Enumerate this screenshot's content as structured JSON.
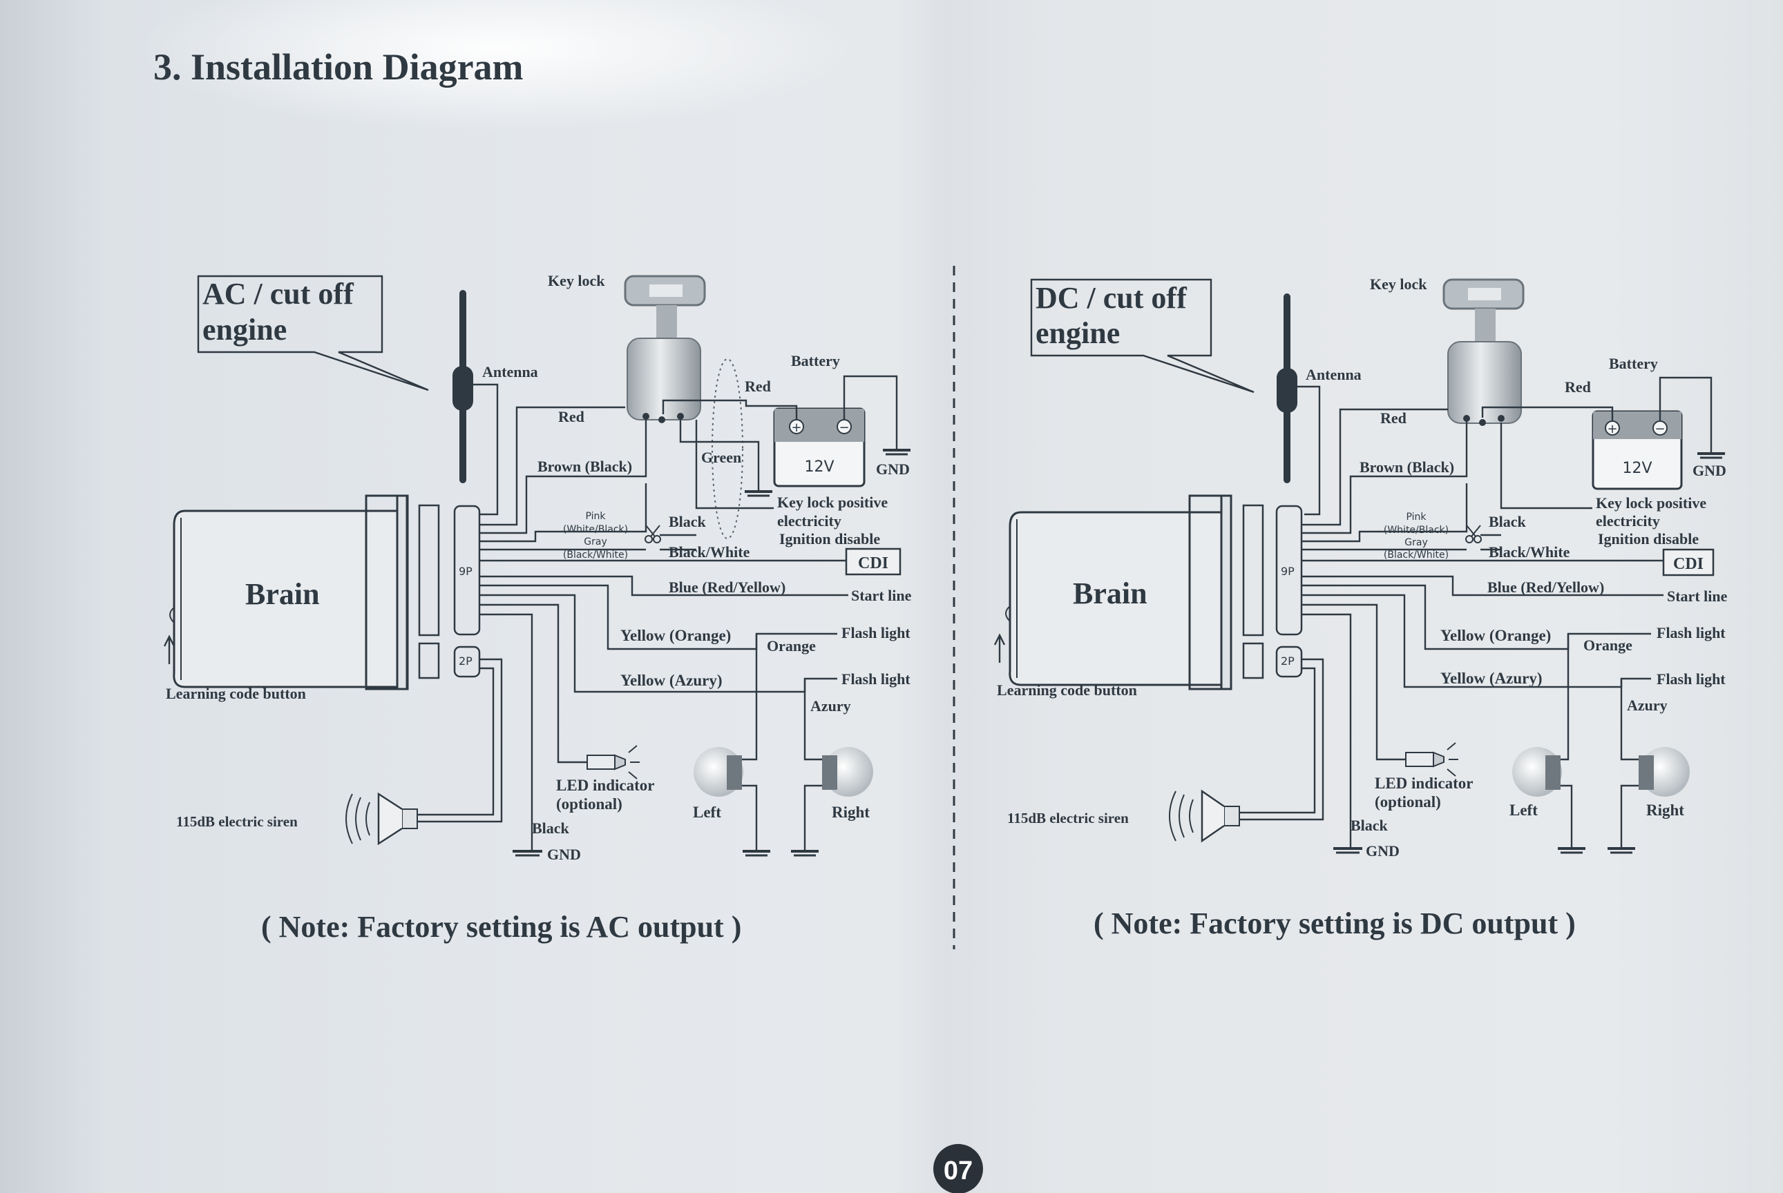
{
  "page_title": "3. Installation Diagram",
  "page_number": "07",
  "left": {
    "mode": "AC / cut off engine",
    "mode_line1": "AC / cut off",
    "mode_line2": "engine",
    "note": "( Note: Factory setting is AC output )"
  },
  "right": {
    "mode": "DC / cut off engine",
    "mode_line1": "DC / cut off",
    "mode_line2": "engine",
    "note": "( Note: Factory setting is DC output )"
  },
  "labels": {
    "key_lock": "Key lock",
    "antenna": "Antenna",
    "battery": "Battery",
    "battery_voltage": "12V",
    "gnd": "GND",
    "red": "Red",
    "green": "Green",
    "brown_black": "Brown (Black)",
    "pink": "Pink",
    "white_black": "(White/Black)",
    "gray": "Gray",
    "black_white_small": "(Black/White)",
    "black": "Black",
    "black_white": "Black/White",
    "key_lock_positive": "Key lock positive",
    "electricity": "electricity",
    "ignition_disable": "Ignition disable",
    "cdi": "CDI",
    "blue_red_yellow": "Blue (Red/Yellow)",
    "start_line": "Start line",
    "yellow_orange": "Yellow (Orange)",
    "orange": "Orange",
    "flash_light": "Flash light",
    "yellow_azury": "Yellow (Azury)",
    "azury": "Azury",
    "brain": "Brain",
    "connector_9p": "9P",
    "connector_2p": "2P",
    "learning_code_button": "Learning code button",
    "led_indicator": "LED indicator",
    "optional": "(optional)",
    "siren": "115dB electric siren",
    "left_light": "Left",
    "right_light": "Right"
  },
  "icons": [
    "antenna-icon",
    "key-lock-icon",
    "battery-icon",
    "siren-icon",
    "led-icon",
    "lamp-icon",
    "ground-icon",
    "scissors-icon"
  ],
  "colors": {
    "ink": "#2f3942",
    "paper": "#e4e7ea"
  }
}
